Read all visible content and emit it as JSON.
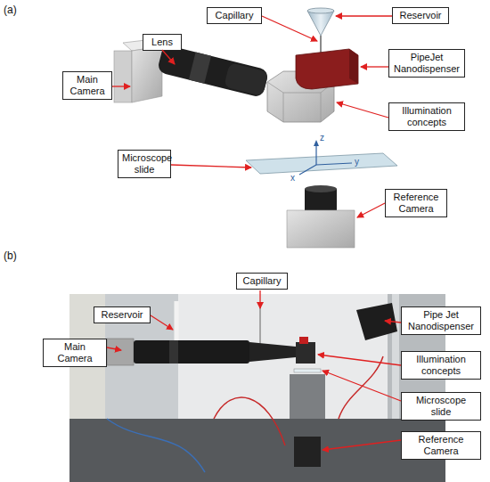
{
  "diagram": {
    "nodes": [
      {
        "text": [
          "Capillary"
        ]
      },
      {
        "text": [
          "Reservoir"
        ]
      },
      {
        "text": [
          "Lens"
        ]
      },
      {
        "text": [
          "PipeJet Nanodispenser"
        ]
      },
      {
        "text": [
          "Main Camera"
        ]
      },
      {
        "text": [
          "Illumination concepts"
        ]
      },
      {
        "text": [
          "Microscope slide"
        ]
      },
      {
        "text": [
          "Reference Camera"
        ]
      },
      {
        "text": [
          "Capillary"
        ]
      },
      {
        "text": [
          "Reservoir"
        ]
      },
      {
        "text": [
          "Pipe Jet Nanodispenser"
        ]
      },
      {
        "text": [
          "Main Camera"
        ]
      },
      {
        "text": [
          "Illumination concepts"
        ]
      },
      {
        "text": [
          "Microscope slide"
        ]
      },
      {
        "text": [
          "Reference Camera"
        ]
      }
    ],
    "labels": [
      "(a)",
      "z",
      "y",
      "x",
      "(b)"
    ]
  }
}
